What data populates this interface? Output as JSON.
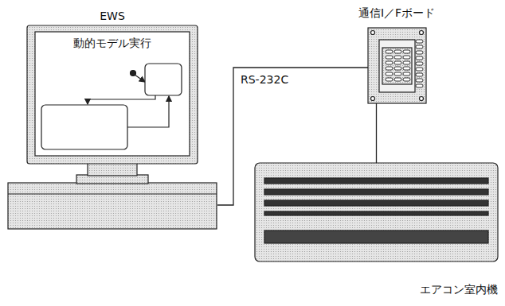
{
  "diagram": {
    "nodes": [
      {
        "text": [
          "EWS",
          "動的モデル実行"
        ]
      },
      {
        "text": [
          "通信I／Fボード"
        ]
      },
      {
        "text": [
          "エアコン室内機"
        ]
      }
    ],
    "edges": [
      {
        "from": 0,
        "to": 1,
        "arrow": "none",
        "label": "RS-232C"
      },
      {
        "from": 1,
        "to": 2,
        "arrow": "none"
      }
    ]
  }
}
